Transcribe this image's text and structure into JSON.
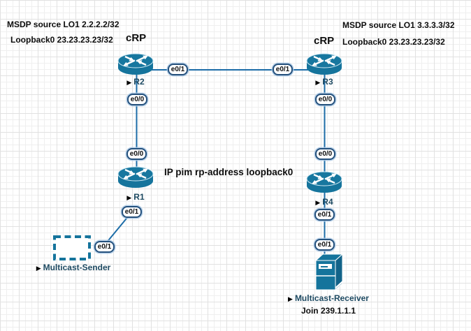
{
  "marker": "▶",
  "annotations": {
    "msdp_left": "MSDP source LO1 2.2.2.2/32",
    "loopback_left": "Loopback0 23.23.23.23/32",
    "crp_left": "cRP",
    "msdp_right": "MSDP source LO1 3.3.3.3/32",
    "loopback_right": "Loopback0 23.23.23.23/32",
    "crp_right": "cRP",
    "pim_note": "IP pim rp-address loopback0",
    "join_note": "Join 239.1.1.1"
  },
  "nodes": {
    "r1": {
      "label": "R1",
      "type": "router"
    },
    "r2": {
      "label": "R2",
      "type": "router"
    },
    "r3": {
      "label": "R3",
      "type": "router"
    },
    "r4": {
      "label": "R4",
      "type": "router"
    },
    "sender": {
      "label": "Multicast-Sender",
      "type": "dashed-rectangle"
    },
    "receiver": {
      "label": "Multicast-Receiver",
      "type": "server"
    }
  },
  "interfaces": {
    "r2_r3_left": "e0/1",
    "r2_r3_right": "e0/1",
    "r2_r1_top": "e0/0",
    "r2_r1_bottom": "e0/0",
    "r3_r4_top": "e0/0",
    "r3_r4_bottom": "e0/0",
    "r1_sender_top": "e0/1",
    "r1_sender_bottom": "e0/1",
    "r4_recv_top": "e0/1",
    "r4_recv_bottom": "e0/1"
  },
  "colors": {
    "device": "#15749c",
    "device_side": "#126389",
    "link": "#1c6ca7",
    "pill_border": "#24507c",
    "node_label": "#1d4961",
    "annotation": "#0d0d0d"
  }
}
